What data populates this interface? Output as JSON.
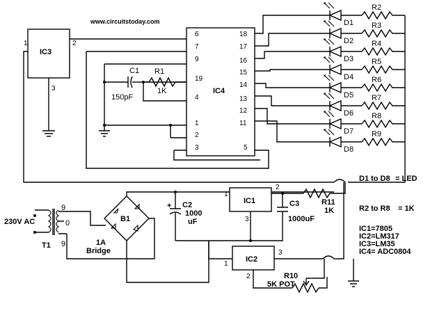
{
  "website": "www.circuitstoday.com",
  "ic3": {
    "name": "IC3",
    "pins": [
      "1",
      "2",
      "3"
    ]
  },
  "ic4": {
    "name": "IC4",
    "left_pins": [
      "6",
      "7",
      "9",
      "19",
      "4",
      "1",
      "2",
      "3"
    ],
    "right_pins": [
      "18",
      "17",
      "16",
      "15",
      "14",
      "13",
      "12",
      "11",
      "5"
    ]
  },
  "ic1": {
    "name": "IC1",
    "pins": [
      "1",
      "2",
      "3"
    ]
  },
  "ic2": {
    "name": "IC2",
    "pins": [
      "1",
      "2",
      "3"
    ]
  },
  "c1": {
    "name": "C1",
    "value": "150pF"
  },
  "r1": {
    "name": "R1",
    "value": "1K"
  },
  "leds": [
    "D1",
    "D2",
    "D3",
    "D4",
    "D5",
    "D6",
    "D7",
    "D8"
  ],
  "resistors": [
    "R2",
    "R3",
    "R4",
    "R5",
    "R6",
    "R7",
    "R8",
    "R9"
  ],
  "transformer": {
    "name": "T1",
    "input": "230V AC",
    "pins": [
      "9",
      "0",
      "9"
    ]
  },
  "bridge": {
    "name": "B1",
    "rating": "1A",
    "label": "Bridge"
  },
  "c2": {
    "name": "C2",
    "value": "1000",
    "unit": "uF"
  },
  "c3": {
    "name": "C3",
    "value": "1000uF"
  },
  "r11": {
    "name": "R11",
    "value": "1K"
  },
  "r10": {
    "name": "R10",
    "value": "5K POT"
  },
  "legend": [
    {
      "key": "D1 to D8",
      "value": "= LED"
    },
    {
      "key": "R2 to R8",
      "value": "= 1K"
    }
  ],
  "ic_list": [
    "IC1=7805",
    "IC2=LM317",
    "IC3=LM35",
    "IC4= ADC0804"
  ]
}
